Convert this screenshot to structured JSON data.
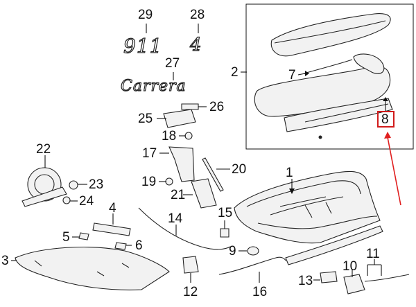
{
  "callouts": {
    "c1": "1",
    "c2": "2",
    "c3": "3",
    "c4": "4",
    "c5": "5",
    "c6": "6",
    "c7": "7",
    "c8": "8",
    "c9": "9",
    "c10": "10",
    "c11": "11",
    "c12": "12",
    "c13": "13",
    "c14": "14",
    "c15": "15",
    "c16": "16",
    "c17": "17",
    "c18": "18",
    "c19": "19",
    "c20": "20",
    "c21": "21",
    "c22": "22",
    "c23": "23",
    "c24": "24",
    "c25": "25",
    "c26": "26",
    "c27": "27",
    "c28": "28",
    "c29": "29"
  },
  "emblems": {
    "model": "911",
    "variant": "4",
    "name": "Carrera"
  },
  "highlight": {
    "callout": "8",
    "color": "#d11a1a",
    "arrow_color": "#e01f1f"
  }
}
